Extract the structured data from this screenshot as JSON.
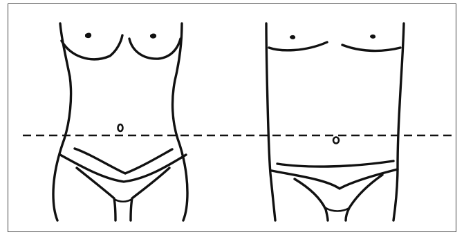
{
  "figure": {
    "figures": [
      "female-torso",
      "male-torso"
    ],
    "reference_line": "dashed-horizontal",
    "ink_color": "#111111",
    "background": "#ffffff"
  }
}
